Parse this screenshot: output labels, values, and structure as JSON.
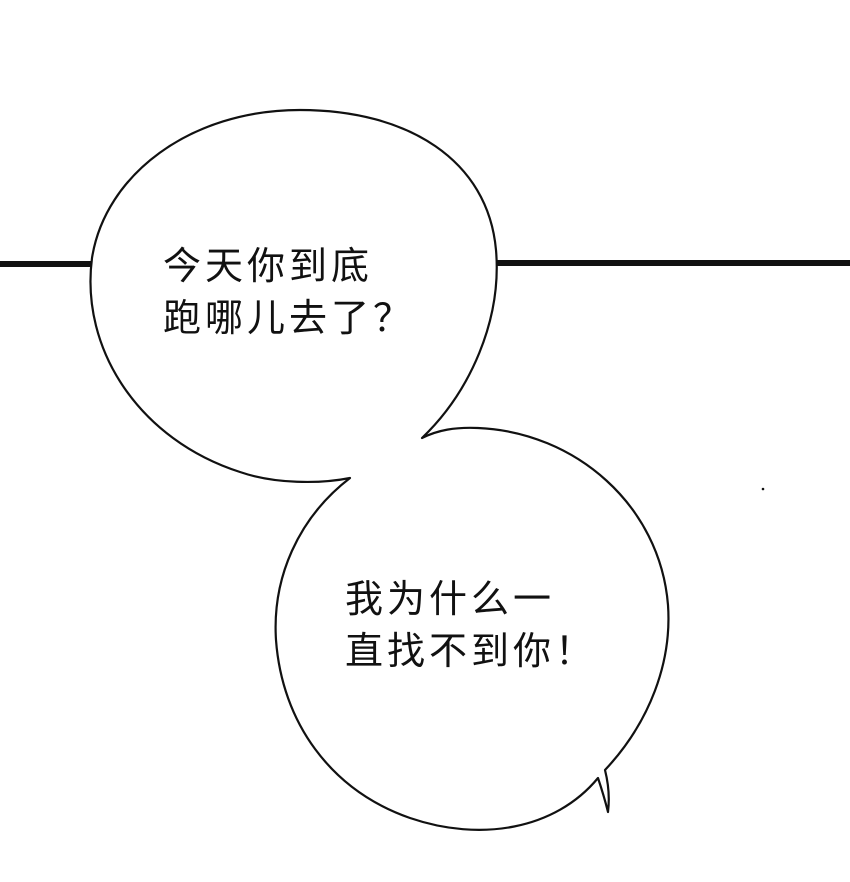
{
  "comic_panel": {
    "bubbles": [
      {
        "lines": [
          "今天你到底",
          "跑哪儿去了？"
        ]
      },
      {
        "lines": [
          "我为什么一",
          "直找不到你！"
        ]
      }
    ]
  },
  "colors": {
    "background": "#ffffff",
    "ink": "#111111"
  }
}
